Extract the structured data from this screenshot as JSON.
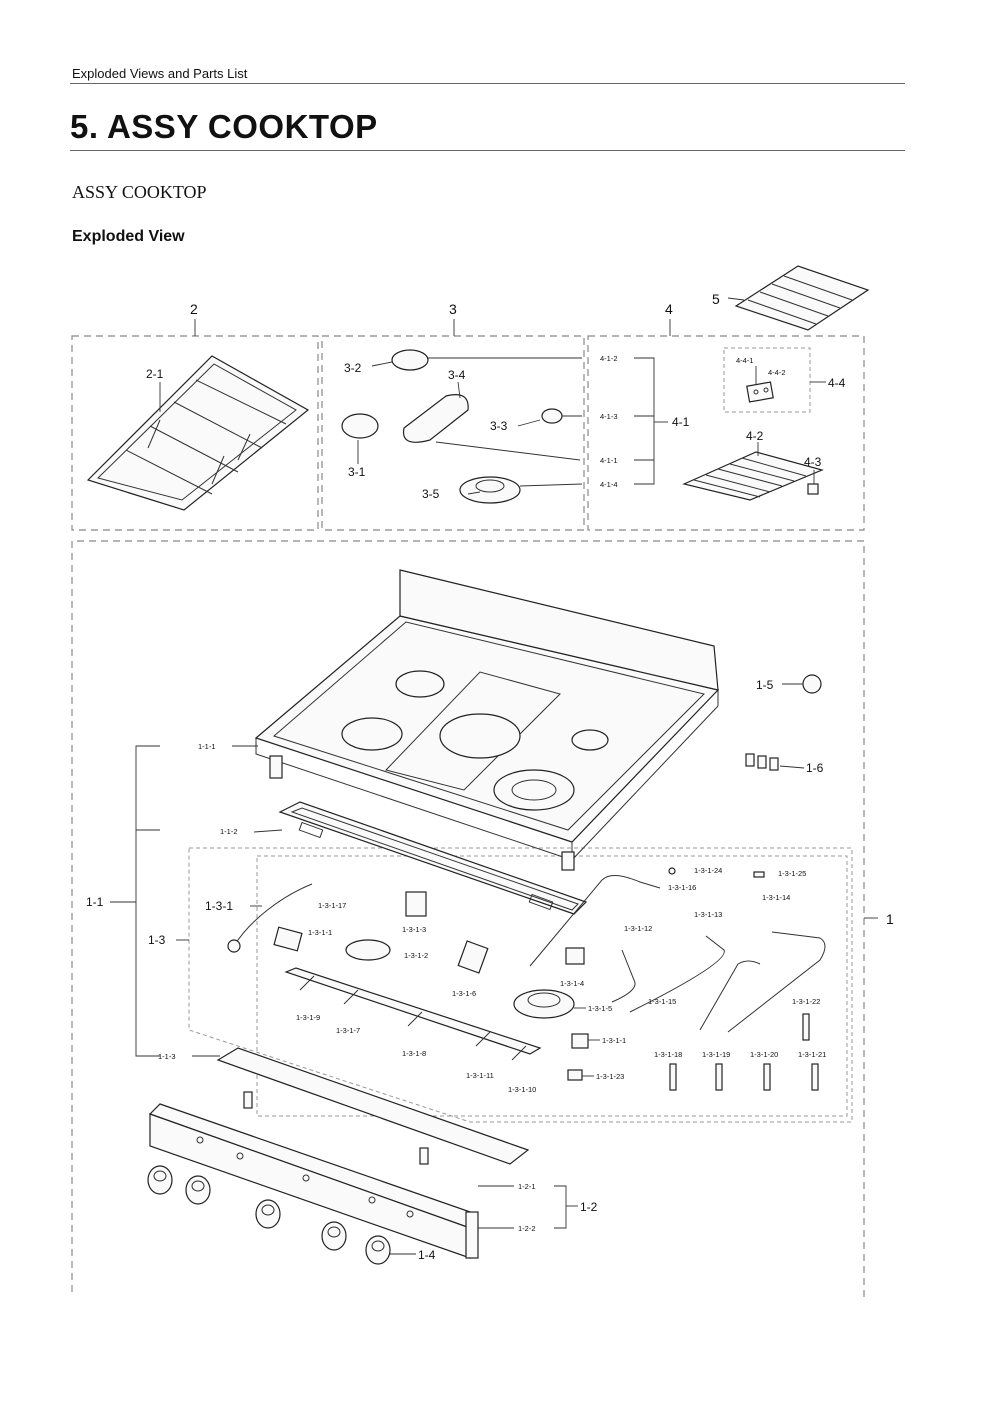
{
  "header": {
    "running_title": "Exploded Views and Parts List",
    "chapter_title": "5.  ASSY COOKTOP",
    "subtitle": "ASSY COOKTOP",
    "section": "Exploded View"
  },
  "labels": {
    "g1": "1",
    "g2": "2",
    "g3": "3",
    "g4": "4",
    "g5": "5",
    "p2_1": "2-1",
    "p3_1": "3-1",
    "p3_2": "3-2",
    "p3_3": "3-3",
    "p3_4": "3-4",
    "p3_5": "3-5",
    "p4_1": "4-1",
    "p4_1_1": "4-1-1",
    "p4_1_2": "4-1-2",
    "p4_1_3": "4-1-3",
    "p4_1_4": "4-1-4",
    "p4_2": "4-2",
    "p4_3": "4-3",
    "p4_4": "4-4",
    "p4_4_1": "4-4-1",
    "p4_4_2": "4-4-2",
    "p1_1": "1-1",
    "p1_1_1": "1-1-1",
    "p1_1_2": "1-1-2",
    "p1_1_3": "1-1-3",
    "p1_2": "1-2",
    "p1_2_1": "1-2-1",
    "p1_2_2": "1-2-2",
    "p1_3": "1-3",
    "p1_3_1": "1-3-1",
    "p1_4": "1-4",
    "p1_5": "1-5",
    "p1_6": "1-6",
    "p1_3_1_1": "1-3-1-1",
    "p1_3_1_2": "1-3-1-2",
    "p1_3_1_3": "1-3-1-3",
    "p1_3_1_4": "1-3-1-4",
    "p1_3_1_5": "1-3-1-5",
    "p1_3_1_6": "1-3-1-6",
    "p1_3_1_7": "1-3-1-7",
    "p1_3_1_8": "1-3-1-8",
    "p1_3_1_9": "1-3-1-9",
    "p1_3_1_10": "1-3-1-10",
    "p1_3_1_11": "1-3-1-11",
    "p1_3_1_12": "1-3-1-12",
    "p1_3_1_13": "1-3-1-13",
    "p1_3_1_14": "1-3-1-14",
    "p1_3_1_15": "1-3-1-15",
    "p1_3_1_16": "1-3-1-16",
    "p1_3_1_17": "1-3-1-17",
    "p1_3_1_18": "1-3-1-18",
    "p1_3_1_19": "1-3-1-19",
    "p1_3_1_20": "1-3-1-20",
    "p1_3_1_21": "1-3-1-21",
    "p1_3_1_22": "1-3-1-22",
    "p1_3_1_23": "1-3-1-23",
    "p1_3_1_24": "1-3-1-24",
    "p1_3_1_25": "1-3-1-25"
  }
}
